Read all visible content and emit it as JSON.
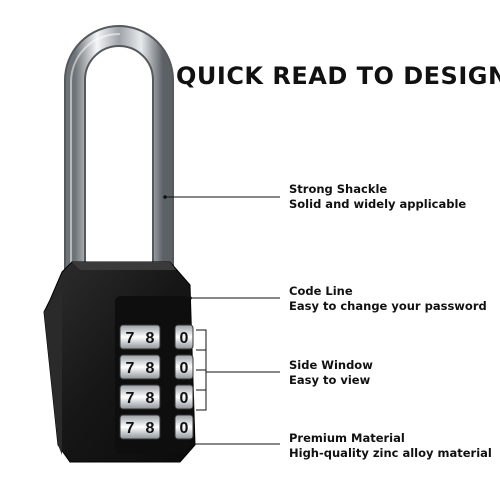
{
  "heading": "QUICK READ TO DESIGN",
  "callouts": [
    {
      "title": "Strong Shackle",
      "subtitle": "Solid and widely applicable"
    },
    {
      "title": "Code Line",
      "subtitle": "Easy to change your password"
    },
    {
      "title": "Side Window",
      "subtitle": "Easy to view"
    },
    {
      "title": "Premium Material",
      "subtitle": "High-quality zinc alloy material"
    }
  ],
  "dials": [
    {
      "digits": [
        "7",
        "8",
        "0"
      ]
    },
    {
      "digits": [
        "7",
        "8",
        "0"
      ]
    },
    {
      "digits": [
        "7",
        "8",
        "0"
      ]
    },
    {
      "digits": [
        "7",
        "8",
        "0"
      ]
    }
  ],
  "colors": {
    "body": "#1b1b1b",
    "shackle": "#c9ccd0",
    "text": "#111111"
  }
}
